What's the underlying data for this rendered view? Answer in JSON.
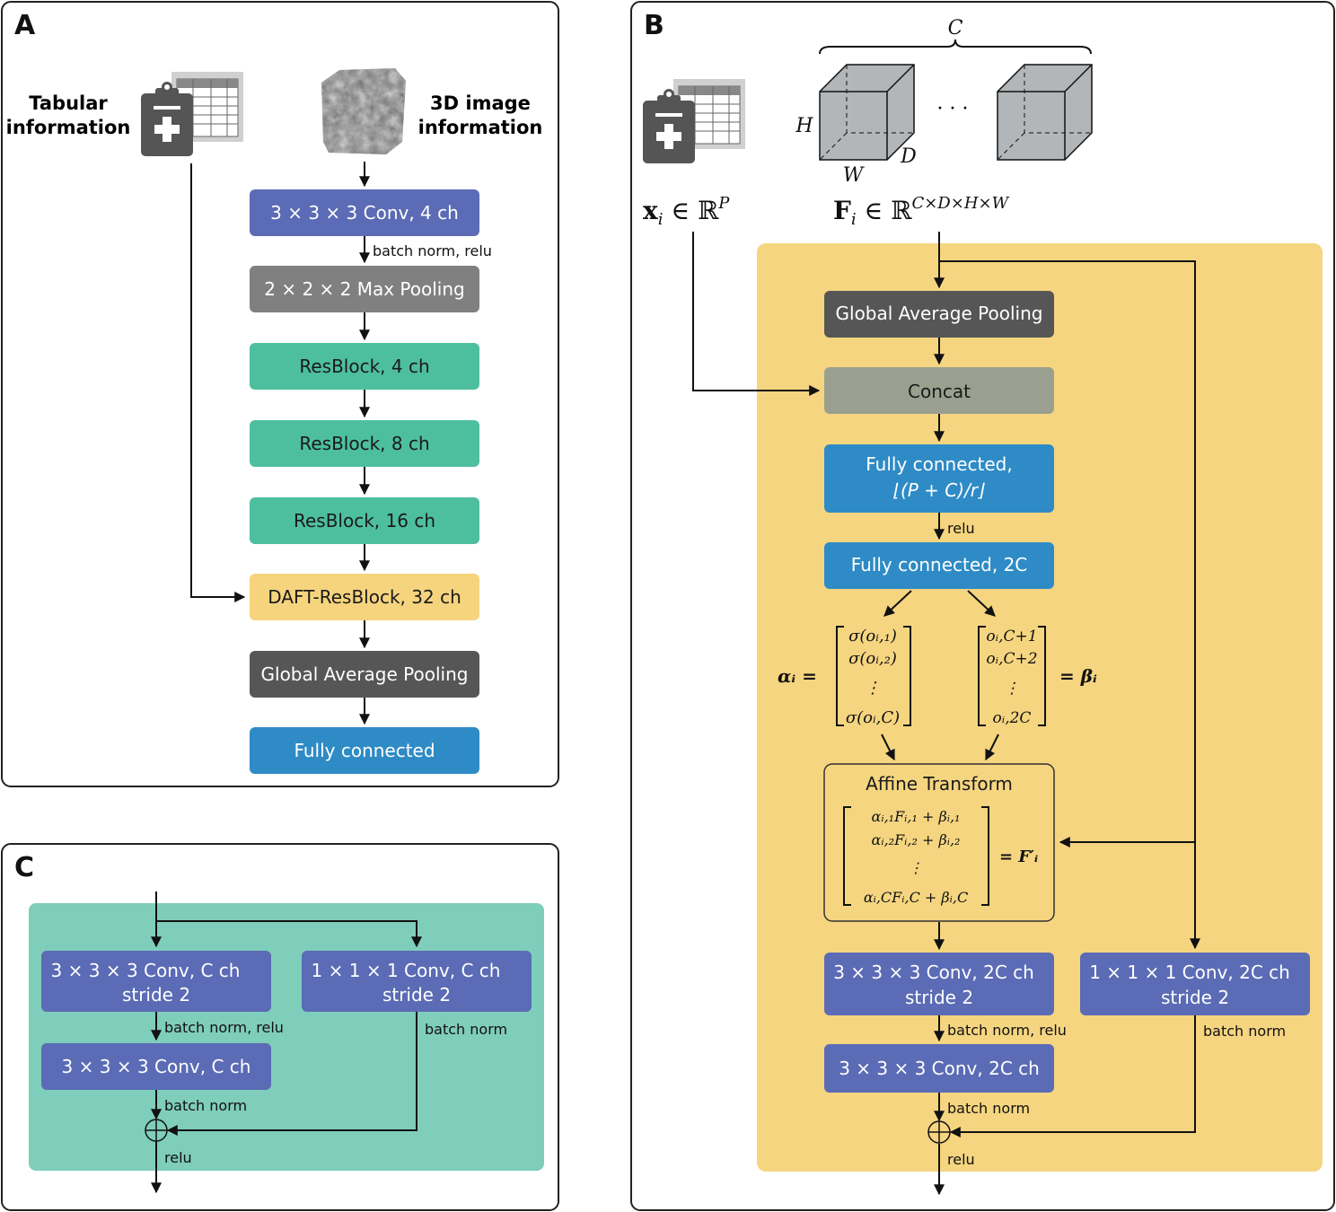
{
  "colors": {
    "conv": "#5b6bb5",
    "pool": "#808080",
    "resblock": "#4dbf9f",
    "daft": "#f6d47e",
    "gap": "#565656",
    "fc": "#2e8bc6",
    "concat": "#9aa08f",
    "panel_b_bg": "#f5d580",
    "panel_c_bg": "#7fcdbb"
  },
  "panel_a": {
    "label": "A",
    "tabular_label": [
      "Tabular",
      "information"
    ],
    "image_label": [
      "3D image",
      "information"
    ],
    "icons": [
      "clipboard-table-icon",
      "brain-cube-icon"
    ],
    "boxes": [
      "3 × 3 × 3 Conv, 4 ch",
      "2 × 2 × 2 Max Pooling",
      "ResBlock, 4 ch",
      "ResBlock, 8 ch",
      "ResBlock, 16 ch",
      "DAFT-ResBlock, 32 ch",
      "Global Average Pooling",
      "Fully connected"
    ],
    "annotation": "batch norm, relu"
  },
  "panel_b": {
    "label": "B",
    "brace_label": "C",
    "dims": {
      "h": "H",
      "w": "W",
      "d": "D",
      "ellipsis": "· · ·"
    },
    "x_label": {
      "base": "x",
      "sub": "i",
      "rest": " ∈ ℝ",
      "sup": "P"
    },
    "f_label": {
      "base": "F",
      "sub": "i",
      "rest": " ∈ ℝ",
      "sup": "C×D×H×W"
    },
    "boxes": {
      "gap": "Global Average Pooling",
      "concat": "Concat",
      "fc1_line1": "Fully connected,",
      "fc1_line2": "⌊(P + C)/r⌋",
      "fc2": "Fully connected, 2C",
      "affine_title": "Affine Transform",
      "conv1_line1": "3 × 3 × 3 Conv, 2C ch",
      "conv1_line2": "stride 2",
      "conv2": "3 × 3 × 3 Conv, 2C ch",
      "skip_line1": "1 × 1 × 1 Conv, 2C ch",
      "skip_line2": "stride 2"
    },
    "alpha_label": "αᵢ =",
    "alpha_entries": [
      "σ(oᵢ,₁)",
      "σ(oᵢ,₂)",
      "⋮",
      "σ(oᵢ,C)"
    ],
    "beta_label": "= βᵢ",
    "beta_entries": [
      "oᵢ,C+1",
      "oᵢ,C+2",
      "⋮",
      "oᵢ,2C"
    ],
    "affine_entries": [
      "αᵢ,₁Fᵢ,₁ + βᵢ,₁",
      "αᵢ,₂Fᵢ,₂ + βᵢ,₂",
      "⋮",
      "αᵢ,CFᵢ,C + βᵢ,C"
    ],
    "affine_result": "= F′ᵢ",
    "annotations": {
      "relu_fc": "relu",
      "bn_relu": "batch norm, relu",
      "bn": "batch norm",
      "bn_skip": "batch norm",
      "relu_out": "relu"
    }
  },
  "panel_c": {
    "label": "C",
    "conv1_line1": "3 × 3 × 3 Conv, C ch",
    "conv1_line2": "stride 2",
    "skip_line1": "1 × 1 × 1 Conv, C ch",
    "skip_line2": "stride 2",
    "conv2": "3 × 3 × 3 Conv, C ch",
    "annotations": {
      "bn_relu": "batch norm, relu",
      "bn_skip": "batch norm",
      "bn": "batch norm",
      "relu": "relu"
    }
  }
}
